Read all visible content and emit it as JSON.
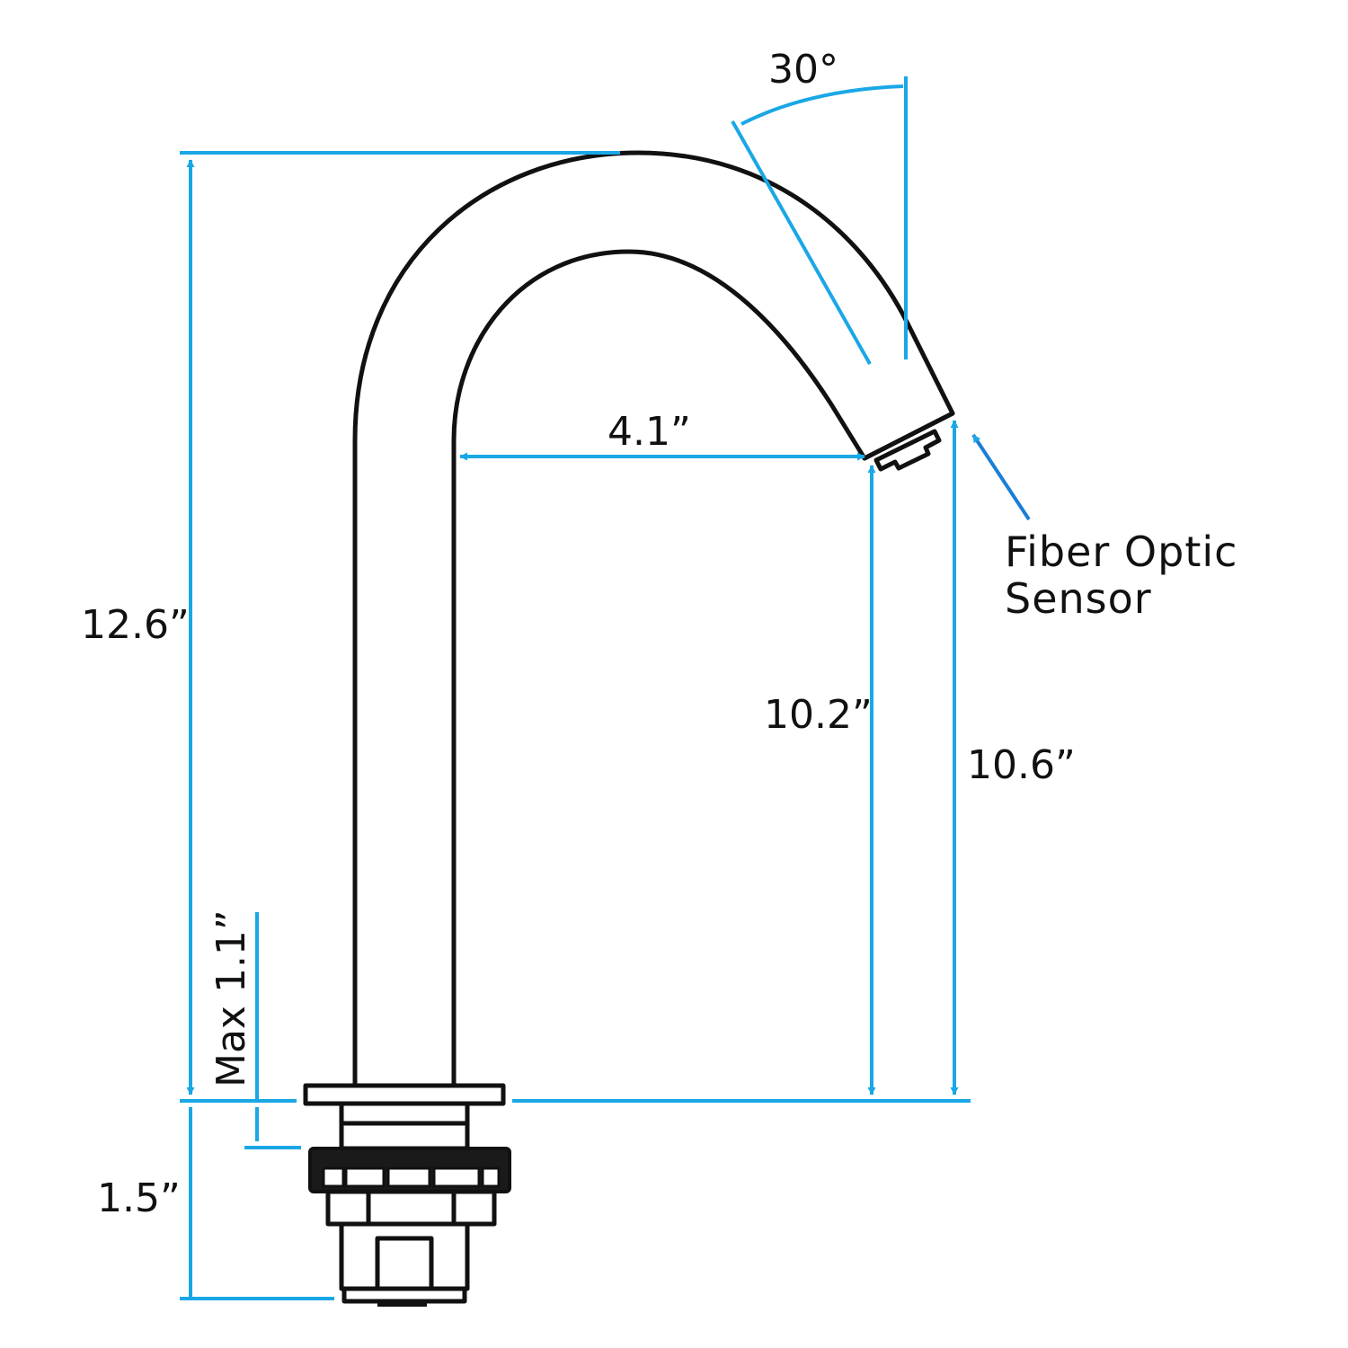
{
  "dimensions": {
    "angle": "30°",
    "overall_height": "12.6”",
    "reach": "4.1”",
    "outlet_height": "10.2”",
    "sensor_height": "10.6”",
    "max_deck_thickness": "Max 1.1”",
    "shank_length": "1.5”"
  },
  "labels": {
    "sensor_line1": "Fiber Optic",
    "sensor_line2": "Sensor"
  },
  "colors": {
    "dimension": "#1aa7e6",
    "sensor_pointer": "#1a7fd6",
    "outline": "#111111",
    "background": "#ffffff"
  }
}
